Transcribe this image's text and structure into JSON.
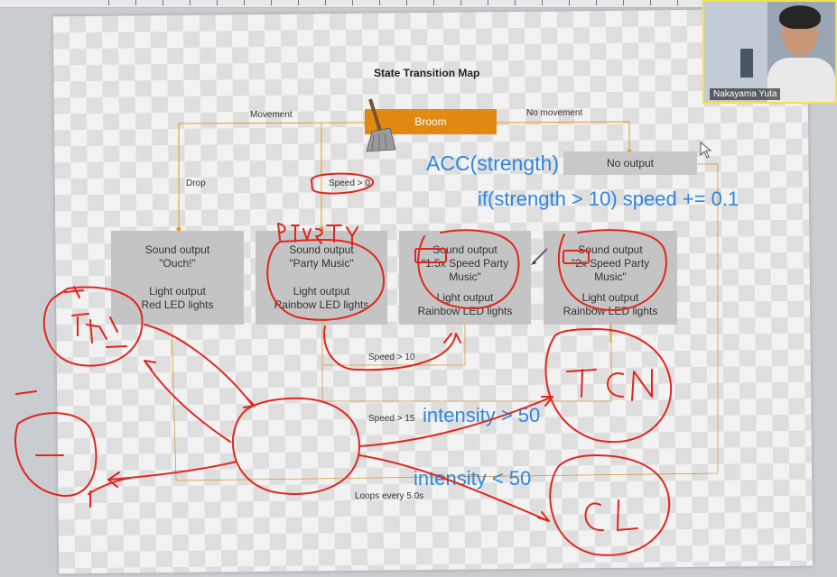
{
  "diagram": {
    "title": "State Transition Map",
    "broom_state": "Broom",
    "no_output_state": "No output",
    "edge_labels": {
      "movement": "Movement",
      "no_movement": "No movement",
      "drop": "Drop",
      "speed_gt_0": "Speed > 0",
      "speed_gt_10": "Speed > 10",
      "speed_gt_15": "Speed > 15",
      "loops": "Loops every 5.0s"
    },
    "states": [
      {
        "sound_title": "Sound output",
        "sound_detail": "\"Ouch!\"",
        "light_title": "Light output",
        "light_detail": "Red LED lights"
      },
      {
        "sound_title": "Sound output",
        "sound_detail": "\"Party Music\"",
        "light_title": "Light output",
        "light_detail": "Rainbow LED lights"
      },
      {
        "sound_title": "Sound output",
        "sound_detail": "\"1.5x Speed Party Music\"",
        "light_title": "Light output",
        "light_detail": "Rainbow LED lights"
      },
      {
        "sound_title": "Sound output",
        "sound_detail": "\"2x Speed Party Music\"",
        "light_title": "Light output",
        "light_detail": "Rainbow LED lights"
      }
    ]
  },
  "annotations": {
    "acc": "ACC(strength)",
    "if_statement": "if(strength > 10)   speed += 0.1",
    "intensity_high": "intensity > 50",
    "intensity_low": "intensity < 50",
    "handwritten": [
      "PARTY",
      "TCN",
      "CL"
    ]
  },
  "video": {
    "participant_name": "Nakayama Yuta"
  },
  "colors": {
    "accent_orange": "#e08a12",
    "annotation_blue": "#2e86e0",
    "marker_red": "#e0261f",
    "state_gray": "#c4c4c4"
  }
}
